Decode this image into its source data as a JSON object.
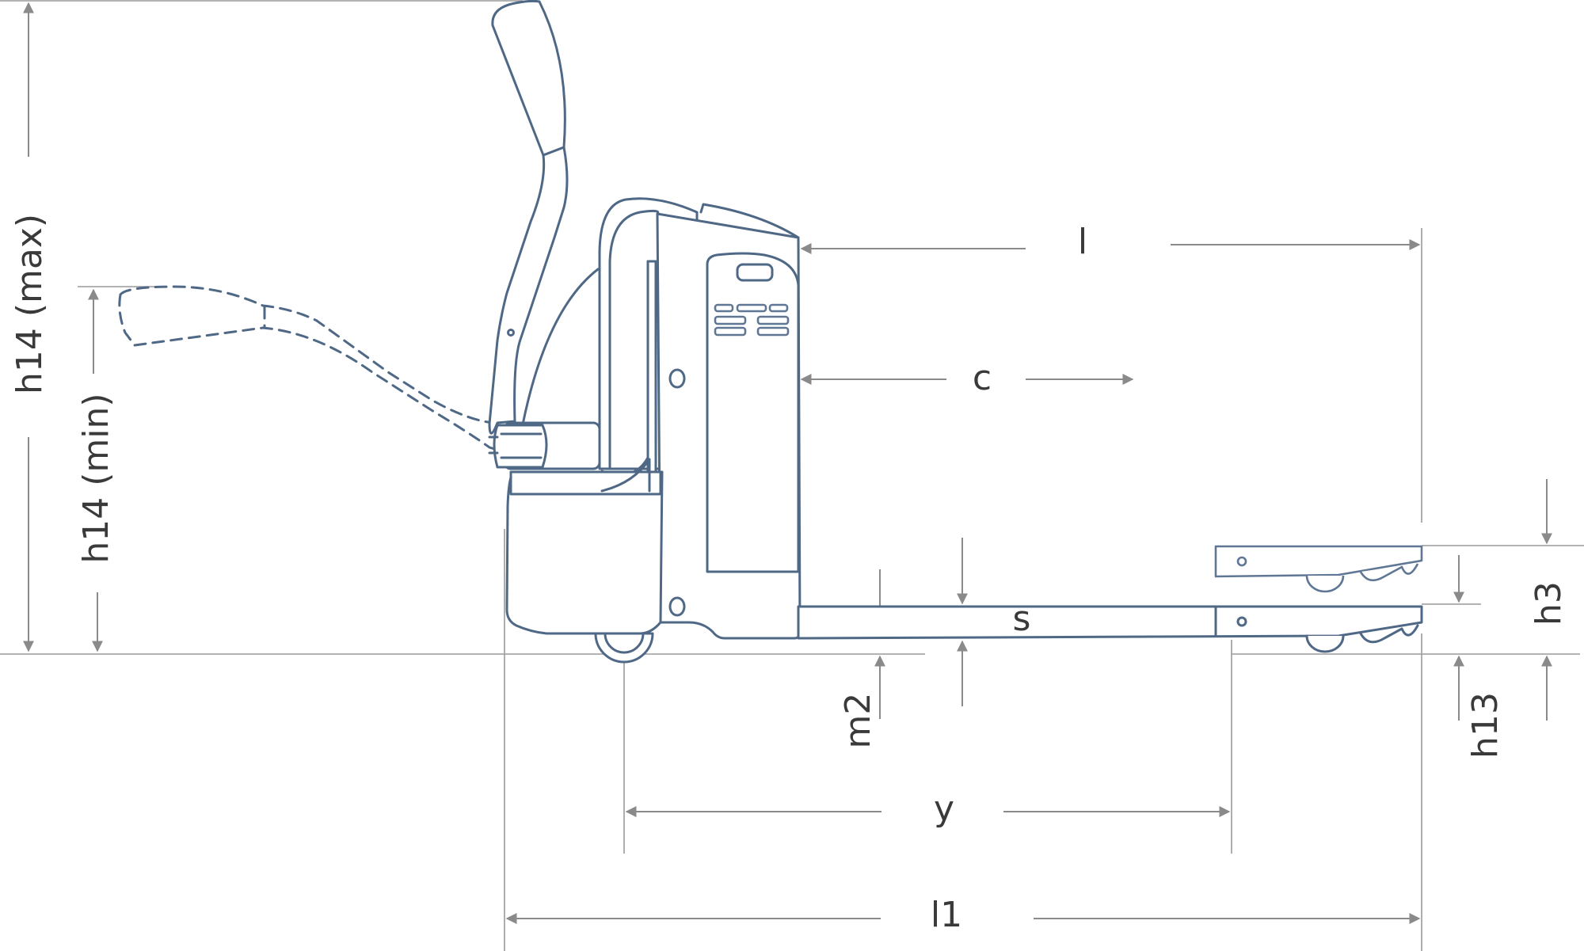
{
  "dimensions": {
    "h14_max": "h14 (max)",
    "h14_min": "h14 (min)",
    "l": "l",
    "c": "c",
    "s": "s",
    "h3": "h3",
    "h13": "h13",
    "m2": "m2",
    "y": "y",
    "l1": "l1"
  },
  "colors": {
    "truck_outline": "#4f6886",
    "dimension_lines": "#8a8a8a",
    "label_text": "#3a3a3a"
  }
}
